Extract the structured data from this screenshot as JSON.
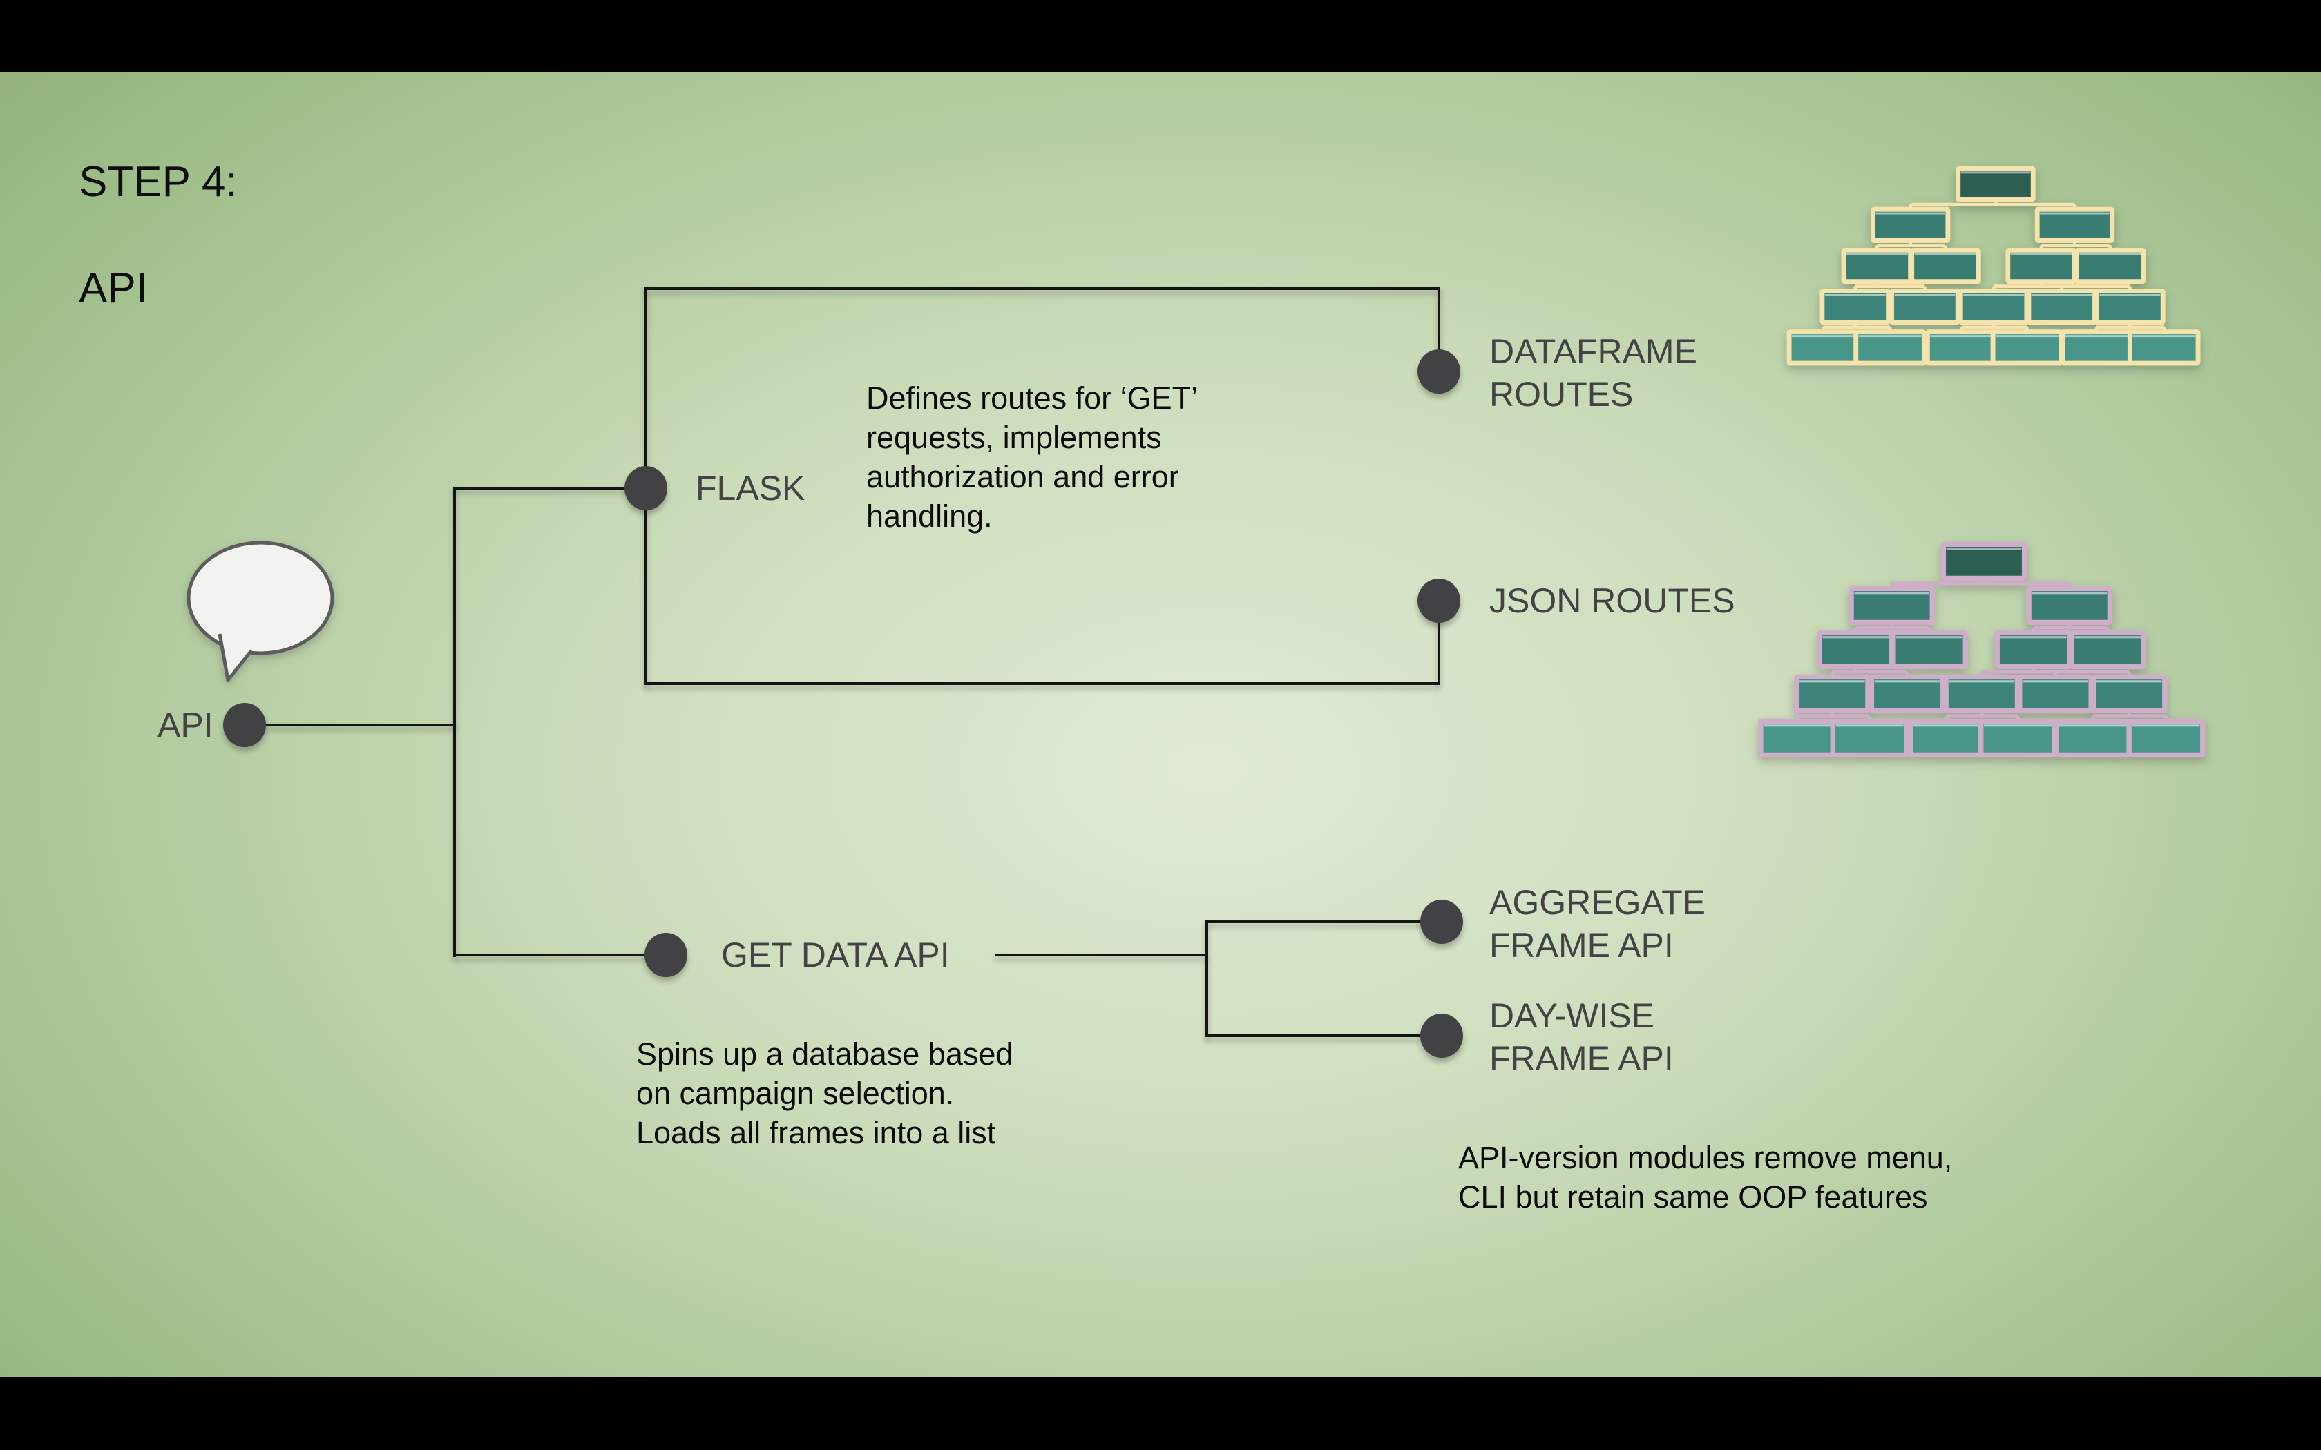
{
  "header": {
    "step_label": "STEP 4:",
    "subtitle": "API"
  },
  "mindmap": {
    "root": {
      "label": "API"
    },
    "nodes": {
      "flask": {
        "label": "FLASK"
      },
      "dataframe_routes": {
        "label": "DATAFRAME\nROUTES"
      },
      "json_routes": {
        "label": "JSON ROUTES"
      },
      "get_data_api": {
        "label": "GET DATA API"
      },
      "aggregate_frame_api": {
        "label": "AGGREGATE\nFRAME API"
      },
      "day_wise_frame_api": {
        "label": "DAY-WISE\nFRAME API"
      }
    },
    "dot_color": "#424245",
    "line_color": "#141414",
    "label_color": "#434346"
  },
  "annotations": {
    "flask_note": "Defines routes for ‘GET’\nrequests, implements\nauthorization and error\nhandling.",
    "get_data_note": "Spins up a database based\non campaign selection.\nLoads all frames into a list",
    "api_version_note": "API-version modules remove menu,\nCLI but retain same OOP features",
    "text_color": "#0a0a0a"
  },
  "icons": {
    "speech_bubble": {
      "name": "speech-bubble-icon",
      "fill": "#f2f2f0",
      "stroke": "#5c5c5c"
    }
  },
  "pyramids": {
    "row_counts": [
      1,
      2,
      4,
      5,
      6
    ],
    "fills": [
      "#2c5e54",
      "#397c71",
      "#397c71",
      "#3d857a",
      "#479689"
    ],
    "highlight": "#ffffff",
    "top": {
      "border": "#f4e4ab"
    },
    "bottom": {
      "border": "#cfaec9"
    }
  },
  "background": {
    "letterbox": "#000000",
    "gradient_center": "#e0ead5",
    "gradient_mid": "#b9cfa3",
    "gradient_edge": "#9abb85"
  }
}
